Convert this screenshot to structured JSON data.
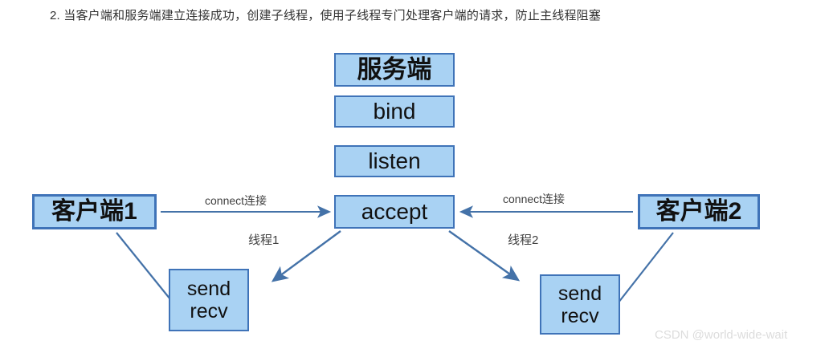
{
  "caption": "2. 当客户端和服务端建立连接成功，创建子线程，使用子线程专门处理客户端的请求，防止主线程阻塞",
  "colors": {
    "box_fill": "#a9d2f3",
    "box_border": "#3f73b8",
    "arrow": "#4472a8",
    "label_text": "#404040",
    "watermark": "#dcdcdc",
    "background": "#ffffff"
  },
  "server_stack": [
    {
      "id": "server",
      "label": "服务端"
    },
    {
      "id": "bind",
      "label": "bind"
    },
    {
      "id": "listen",
      "label": "listen"
    },
    {
      "id": "accept",
      "label": "accept"
    }
  ],
  "clients": [
    {
      "id": "client1",
      "label": "客户端1"
    },
    {
      "id": "client2",
      "label": "客户端2"
    }
  ],
  "thread_boxes": [
    {
      "id": "thread-left",
      "line1": "send",
      "line2": "recv"
    },
    {
      "id": "thread-right",
      "line1": "send",
      "line2": "recv"
    }
  ],
  "edges": [
    {
      "id": "connect-left",
      "label": "connect连接"
    },
    {
      "id": "connect-right",
      "label": "connect连接"
    },
    {
      "id": "thread1",
      "label": "线程1"
    },
    {
      "id": "thread2",
      "label": "线程2"
    }
  ],
  "watermark": "CSDN @world-wide-wait"
}
